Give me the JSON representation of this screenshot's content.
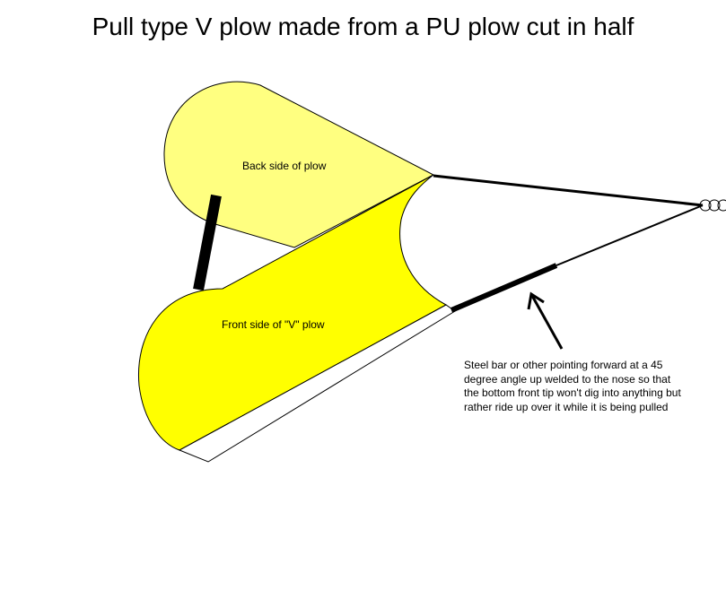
{
  "title": "Pull type V plow made from a PU plow cut in half",
  "labels": {
    "back": "Back side of plow",
    "front": "Front side of \"V\" plow"
  },
  "note": "Steel bar or other pointing forward at a 45 degree angle up welded to the nose so that the bottom front tip won't dig into anything but rather ride up over it while it is being pulled",
  "colors": {
    "back_fill": "#ffff80",
    "front_fill": "#ffff00",
    "stroke": "#000000",
    "background": "#ffffff"
  }
}
